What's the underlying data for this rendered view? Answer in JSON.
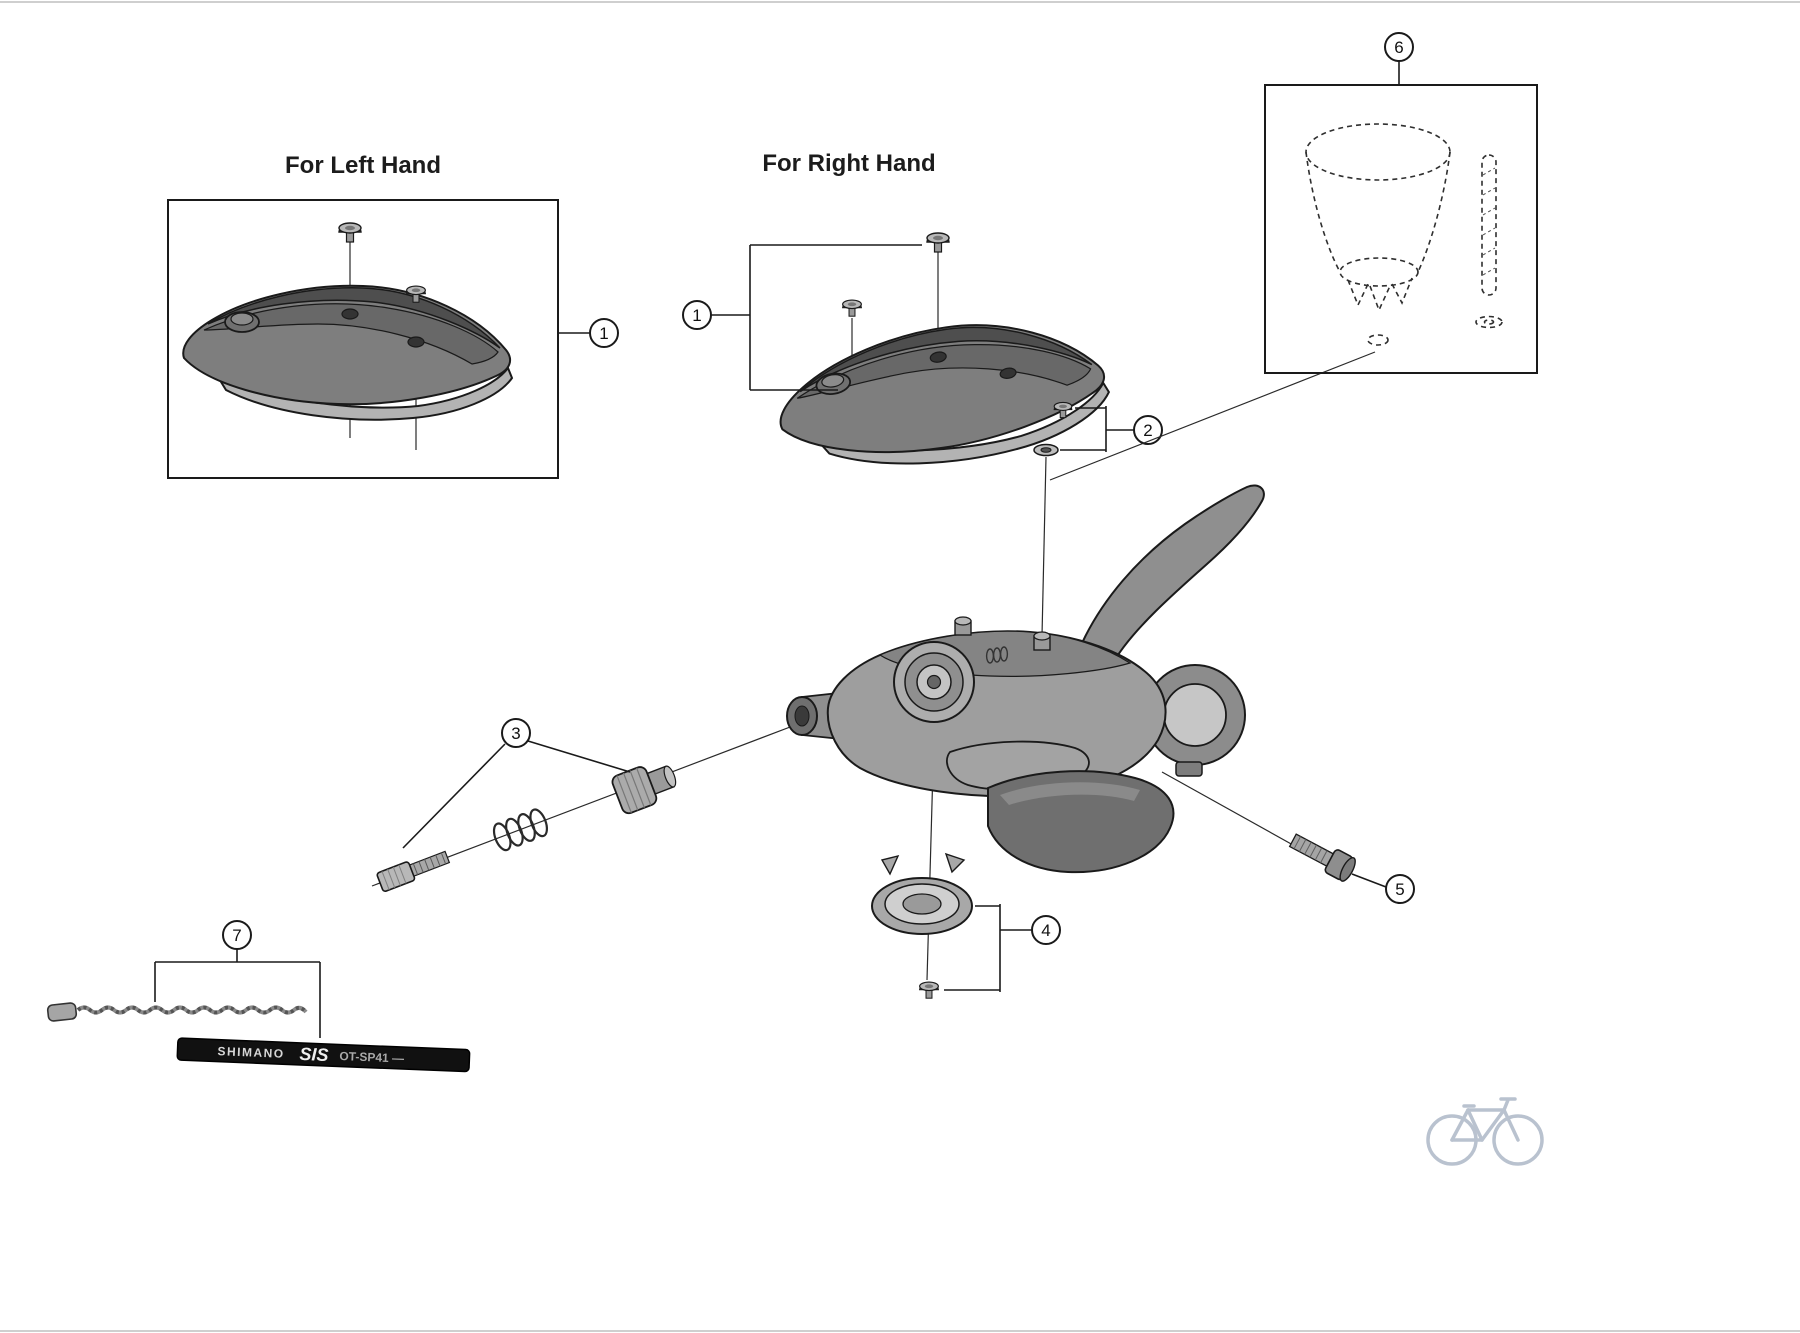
{
  "titles": {
    "left": "For Left Hand",
    "right": "For Right Hand"
  },
  "callouts": {
    "c1_left": "1",
    "c1_right": "1",
    "c2": "2",
    "c3": "3",
    "c4": "4",
    "c5": "5",
    "c6": "6",
    "c7": "7"
  },
  "cable_housing": {
    "brand": "SHIMANO",
    "series": "SIS",
    "model": "OT-SP41 —"
  },
  "colors": {
    "part_gray": "#9e9e9e",
    "dark_gray": "#4e4e4e",
    "line_black": "#1a1a1a",
    "housing_black": "#111111",
    "logo_gray": "#b9c2cf"
  }
}
